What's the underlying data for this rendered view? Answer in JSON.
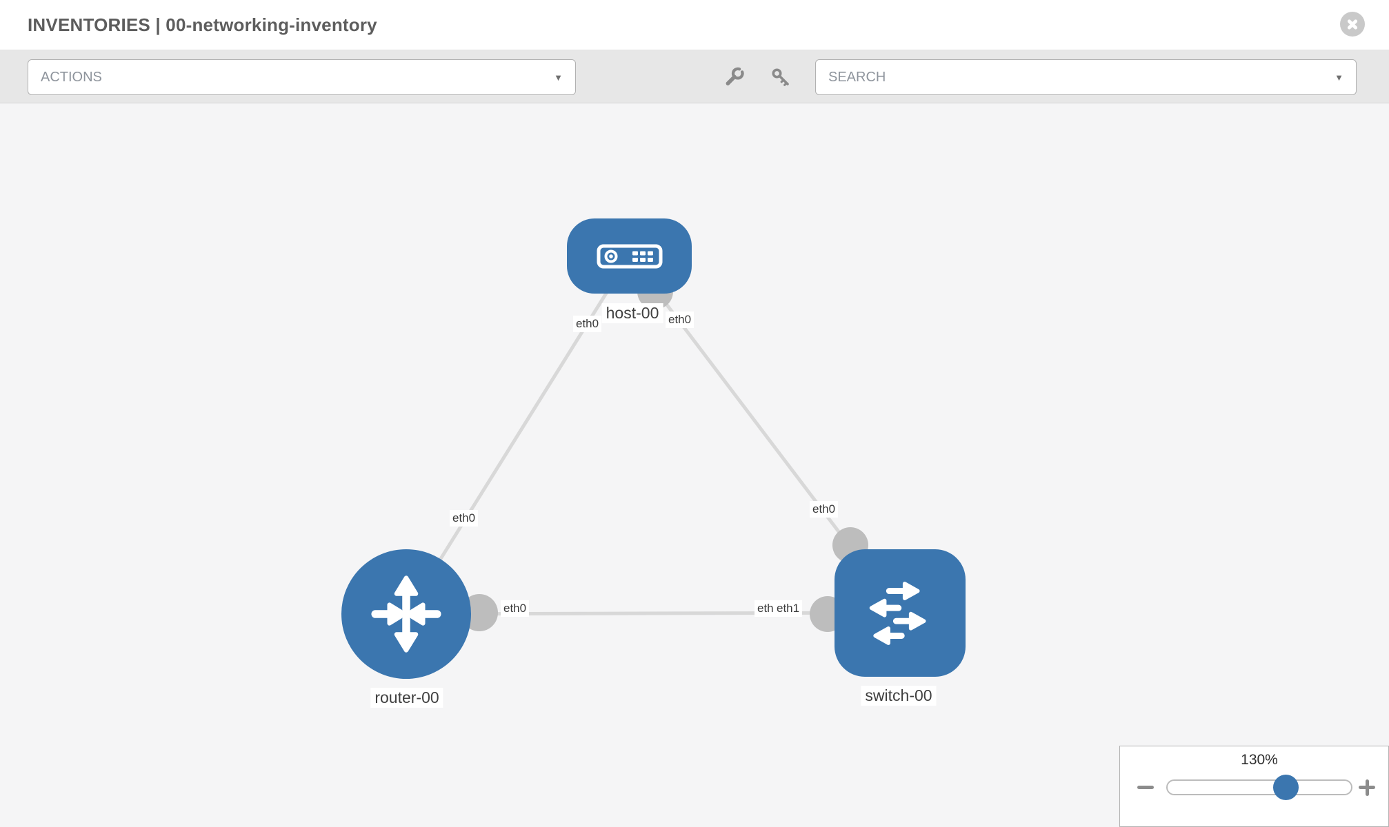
{
  "header": {
    "title": "INVENTORIES | 00-networking-inventory"
  },
  "toolbar": {
    "actions_label": "ACTIONS",
    "search_placeholder": "SEARCH",
    "caret": "▼"
  },
  "topology": {
    "nodes": [
      {
        "id": "host-00",
        "label": "host-00",
        "type": "host",
        "shape": "rounded-rect"
      },
      {
        "id": "router-00",
        "label": "router-00",
        "type": "router",
        "shape": "circle"
      },
      {
        "id": "switch-00",
        "label": "switch-00",
        "type": "switch",
        "shape": "rounded-square"
      }
    ],
    "links": [
      {
        "source": "host-00",
        "target": "router-00",
        "source_label": "eth0",
        "target_label": "eth0"
      },
      {
        "source": "host-00",
        "target": "switch-00",
        "source_label": "eth0",
        "target_label": "eth0"
      },
      {
        "source": "router-00",
        "target": "switch-00",
        "source_label": "eth0",
        "target_label": "eth1",
        "target_label_under": "eth0",
        "target_label_visible_composite": "etleth1"
      }
    ]
  },
  "zoom_control": {
    "value_label": "130%"
  },
  "colors": {
    "node_blue": "#3b76af",
    "link_gray": "#d8d8d8",
    "dot_gray": "#bdbdbd",
    "toolbar_gray": "#e7e7e7",
    "canvas_gray": "#f5f5f6"
  }
}
